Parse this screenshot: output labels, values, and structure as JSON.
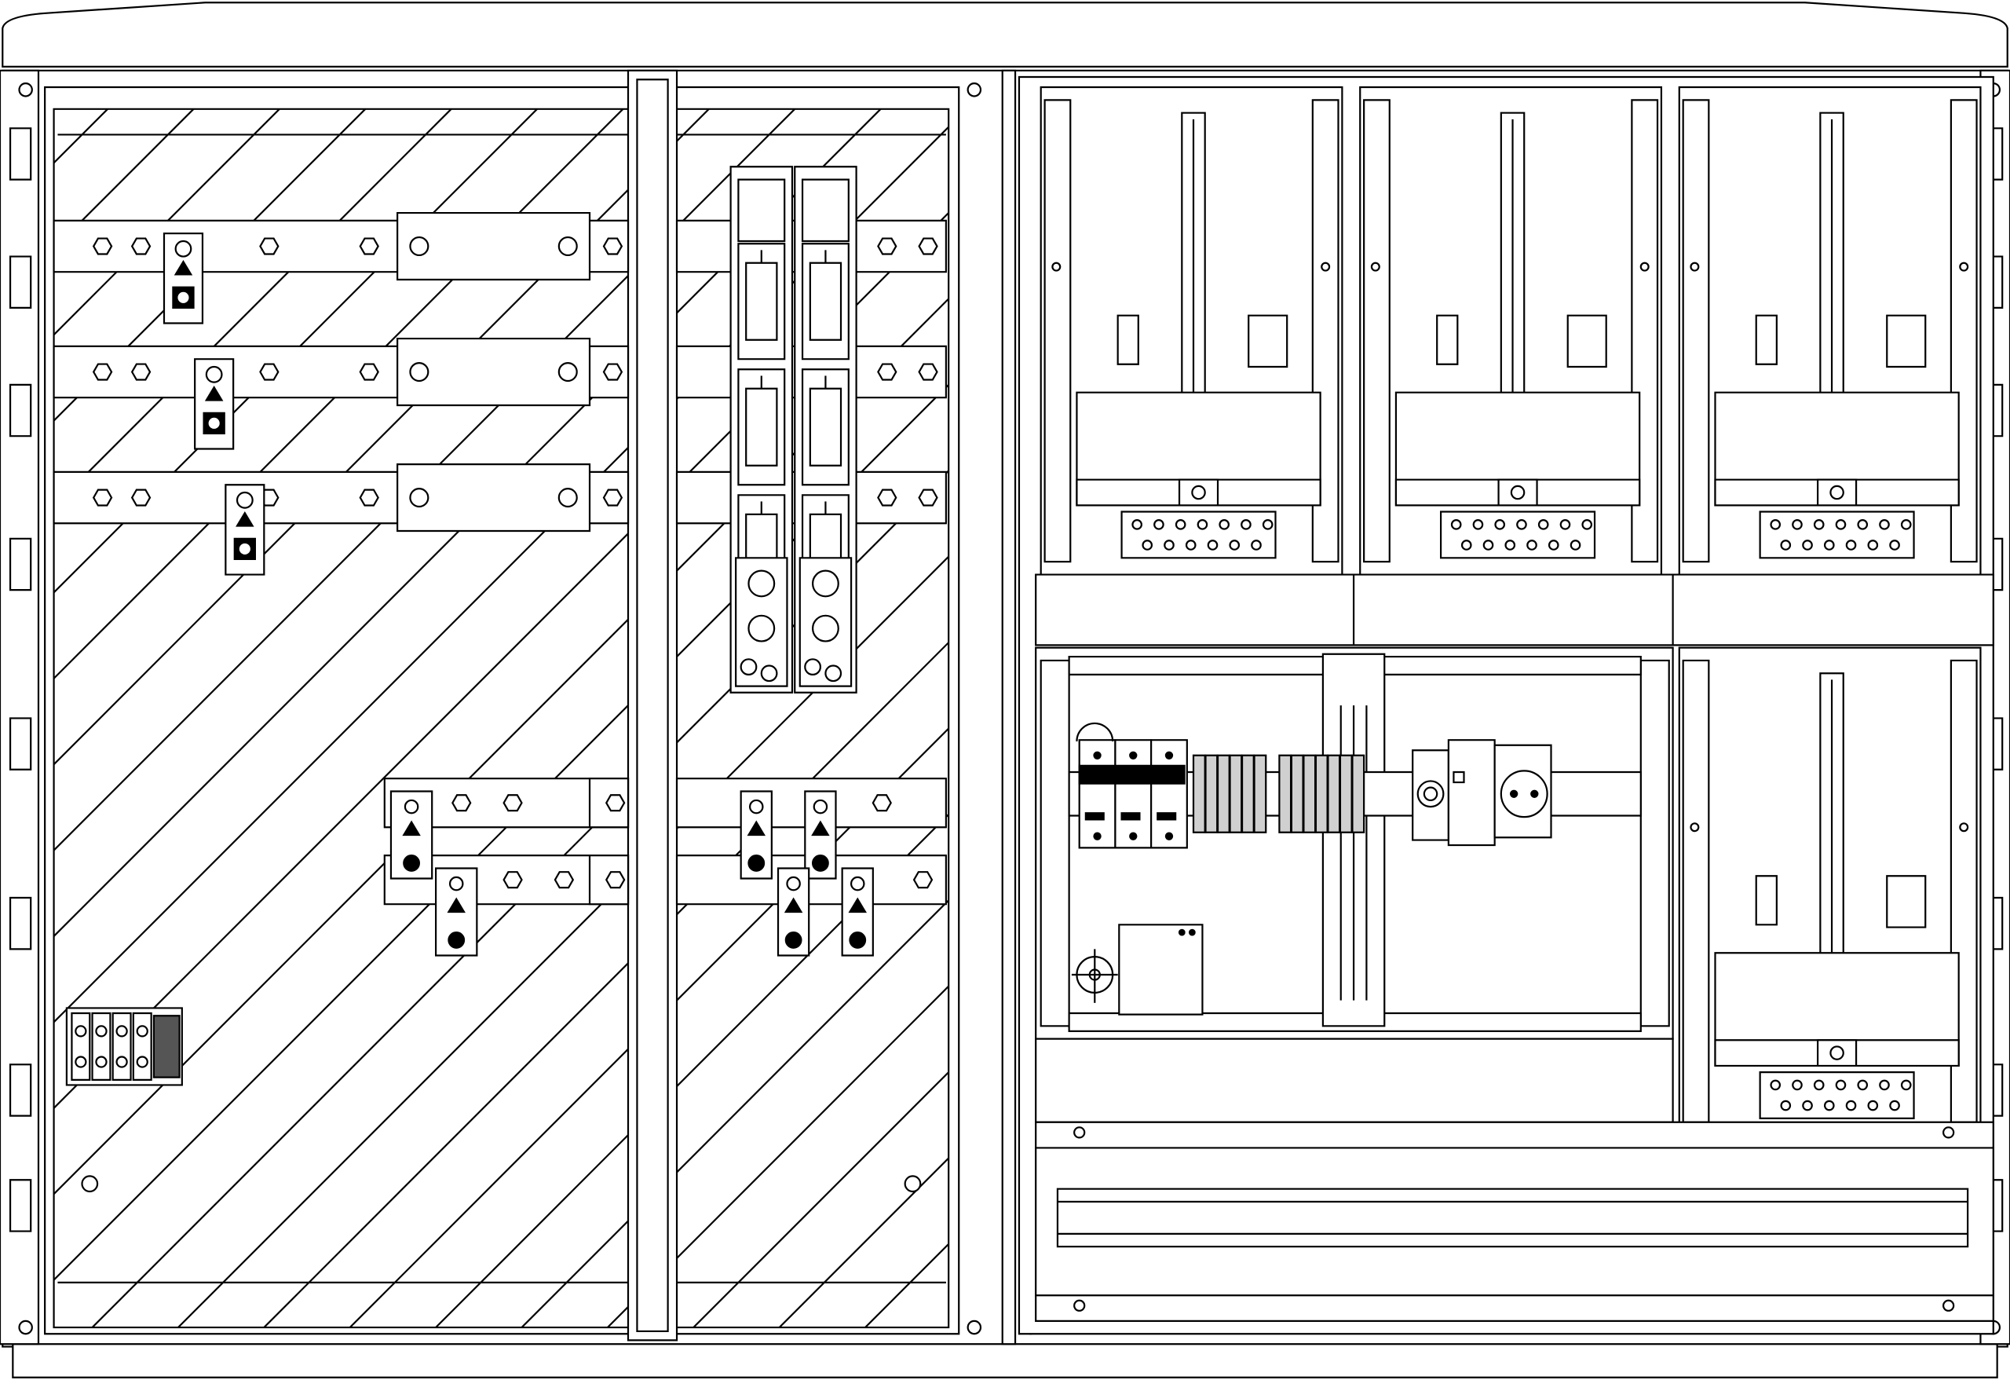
{
  "colors": {
    "line": "#000000",
    "background": "#ffffff",
    "terminal_fill": "#d0d0d0"
  },
  "drawing": {
    "subject": "cabinet-elevation",
    "left_section": {
      "busbar_rows": 3,
      "fuse_switch_units": 2
    },
    "right_section": {
      "meter_compartments": 4
    }
  }
}
